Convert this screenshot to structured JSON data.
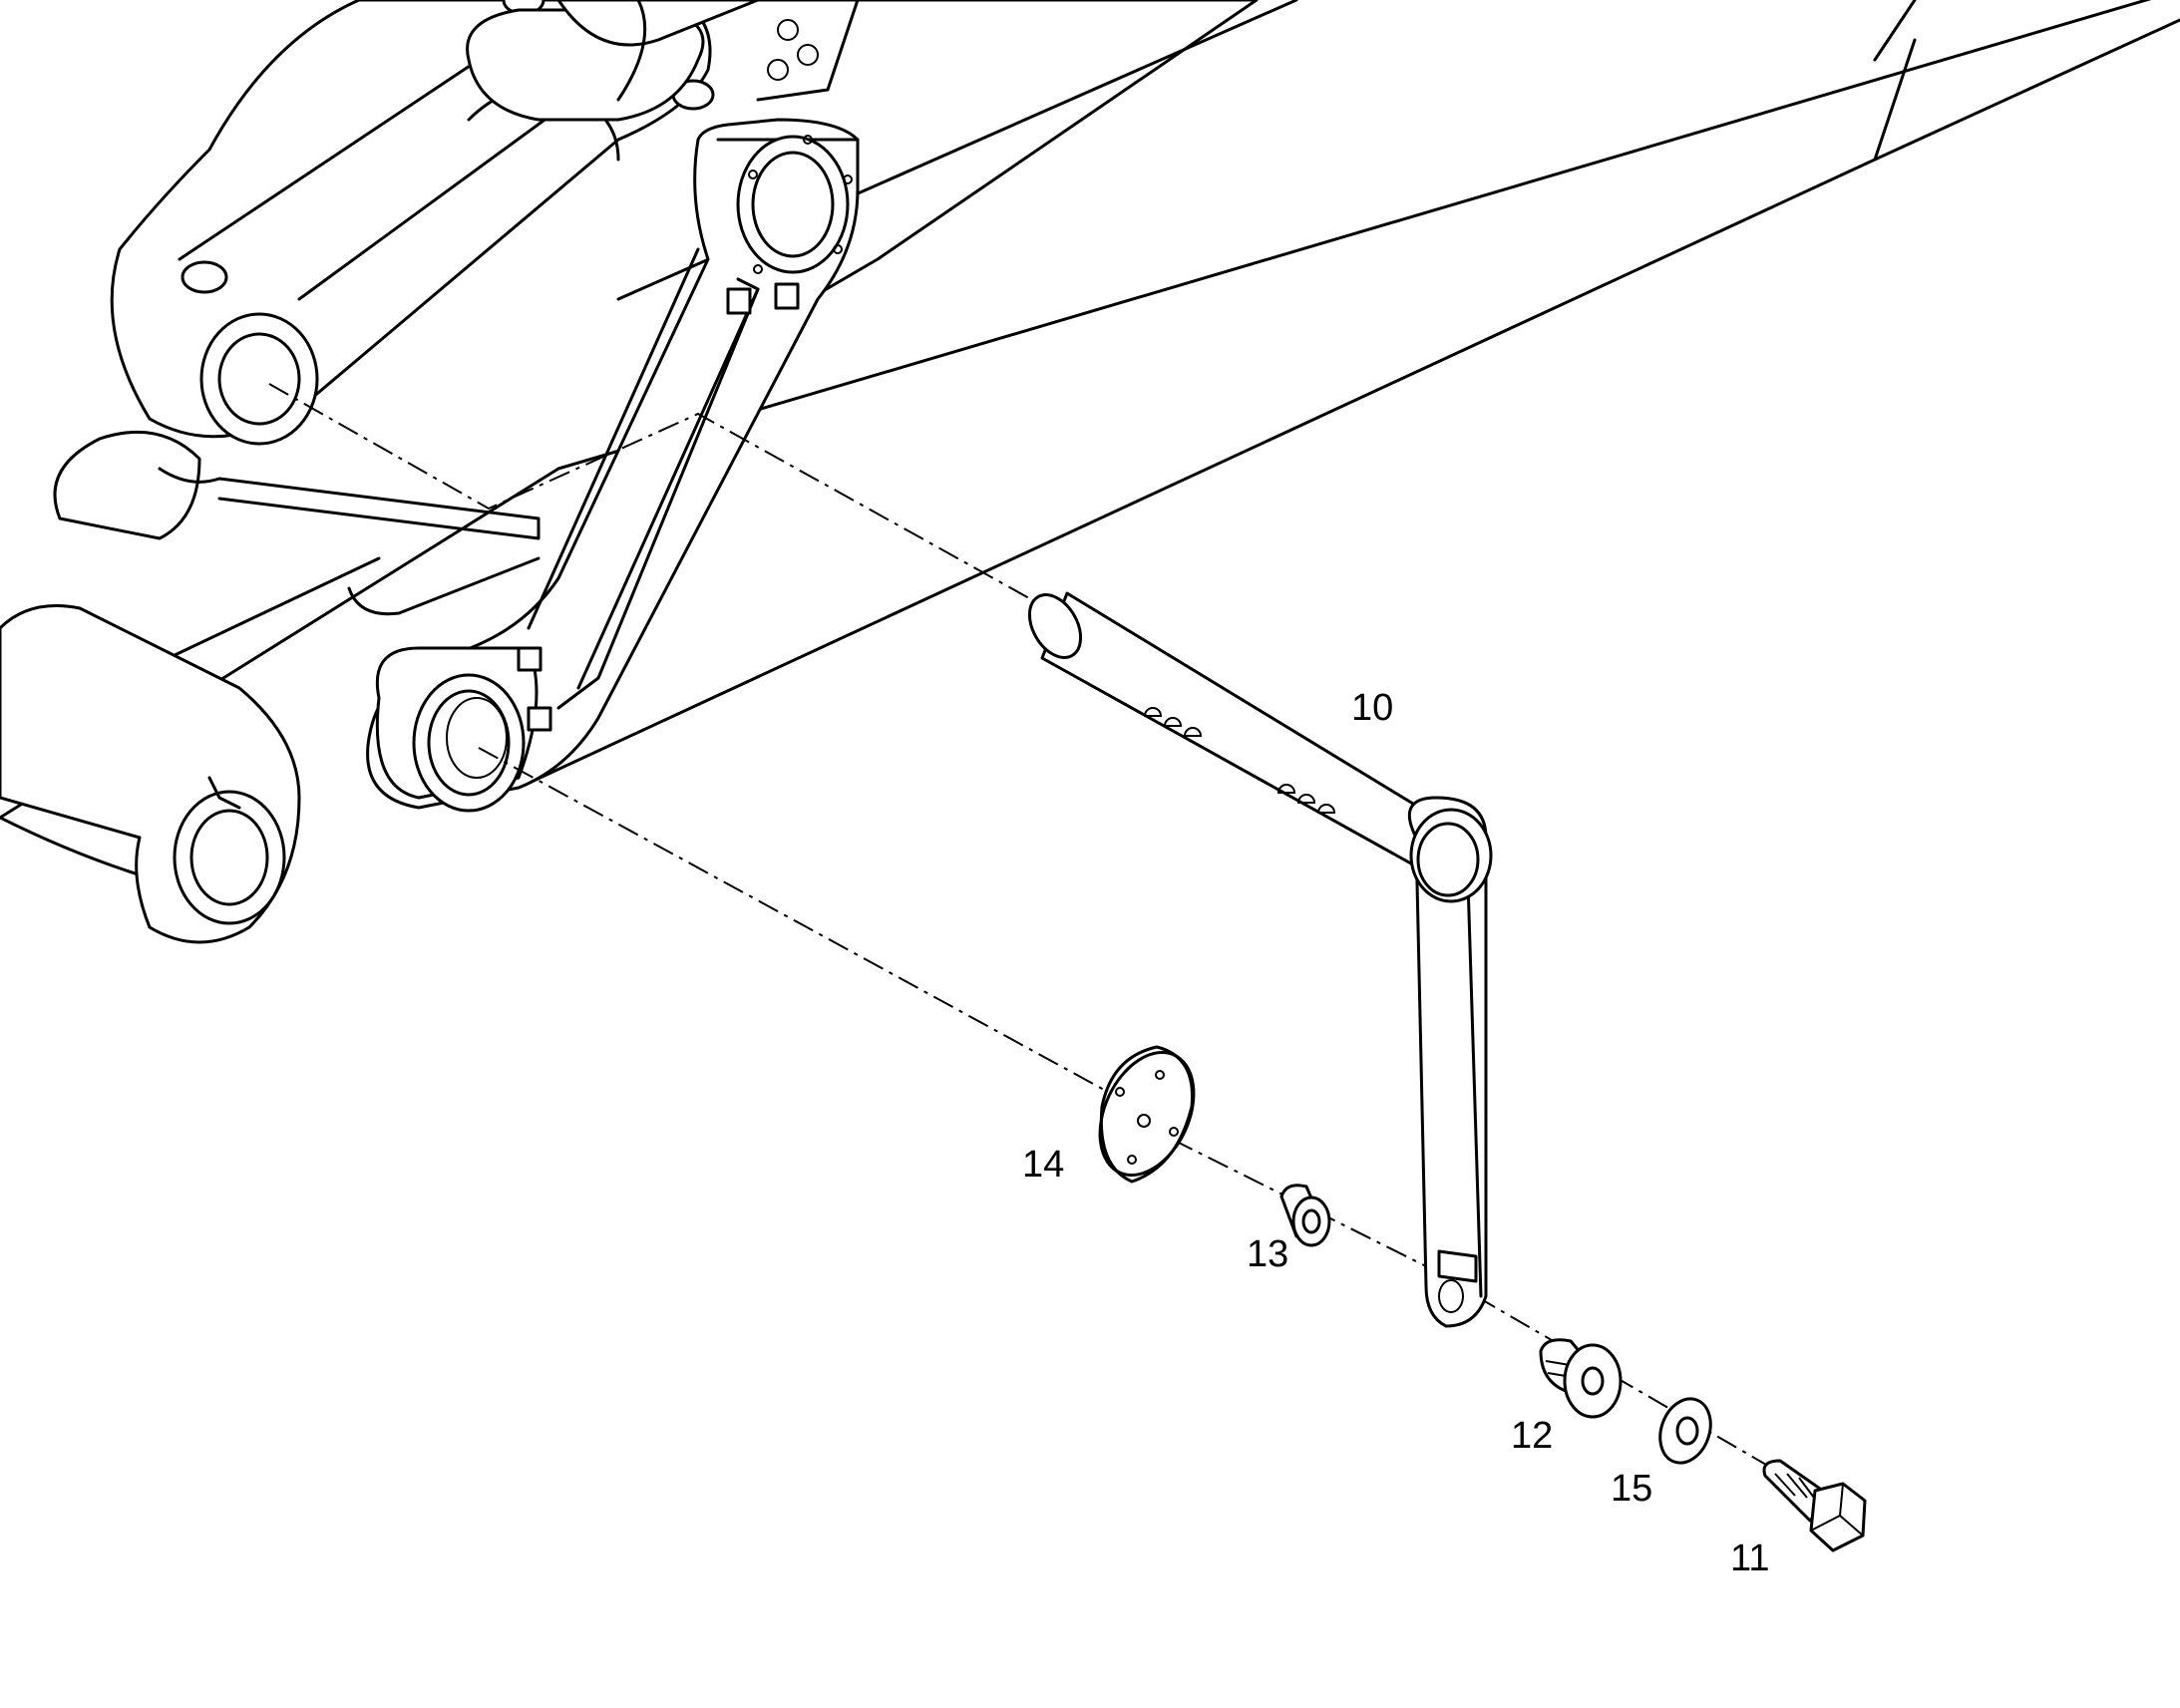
{
  "diagram": {
    "callouts": [
      {
        "id": "10",
        "label": "10"
      },
      {
        "id": "14",
        "label": "14"
      },
      {
        "id": "13",
        "label": "13"
      },
      {
        "id": "12",
        "label": "12"
      },
      {
        "id": "15",
        "label": "15"
      },
      {
        "id": "11",
        "label": "11"
      }
    ],
    "colors": {
      "line": "#000000",
      "background": "#ffffff"
    }
  }
}
